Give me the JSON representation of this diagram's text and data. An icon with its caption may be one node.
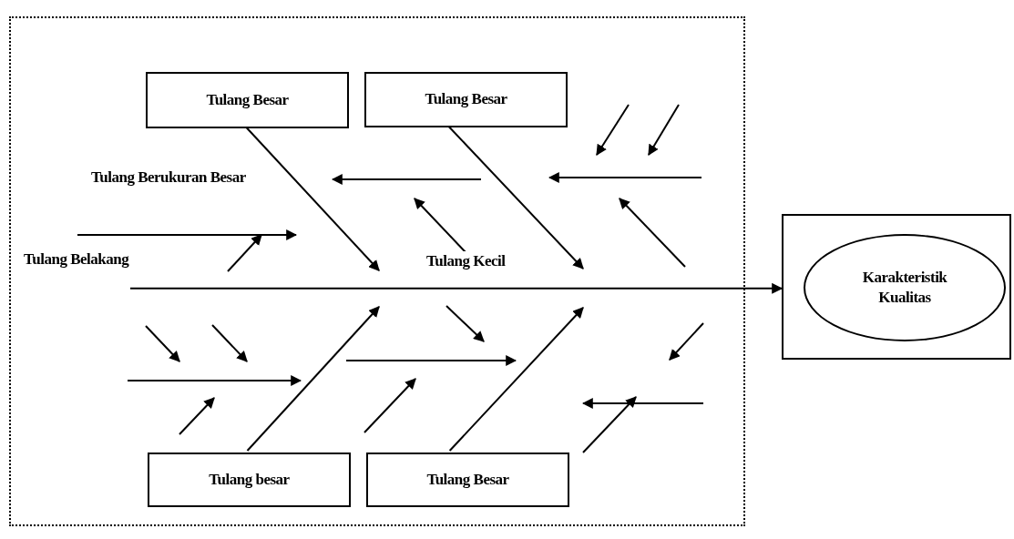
{
  "diagram": {
    "nodes": [
      {
        "text": [],
        "shape": "box"
      },
      {
        "text": [
          "Tulang Besar"
        ],
        "in": 0
      },
      {
        "text": [
          "Tulang Besar"
        ],
        "in": 0
      },
      {
        "text": [
          "Tulang Belakang"
        ],
        "in": 0
      },
      {
        "text": [
          "Tulang besar"
        ],
        "in": 0
      },
      {
        "text": [
          "Tulang Besar"
        ],
        "in": 0
      },
      {
        "text": [],
        "shape": "box"
      },
      {
        "text": [
          "Karakteristik Kualitas"
        ],
        "in": 6
      }
    ],
    "edges": [
      {
        "from": 3,
        "to": 6,
        "arrow": "to"
      },
      {
        "from": 1,
        "to": null,
        "arrow": "to"
      },
      {
        "from": 2,
        "to": null,
        "arrow": "to"
      },
      {
        "from": 4,
        "to": null,
        "arrow": "to"
      },
      {
        "from": 5,
        "to": null,
        "arrow": "to"
      }
    ],
    "labels": [
      "Tulang Berukuran Besar",
      "Tulang Kecil"
    ]
  }
}
